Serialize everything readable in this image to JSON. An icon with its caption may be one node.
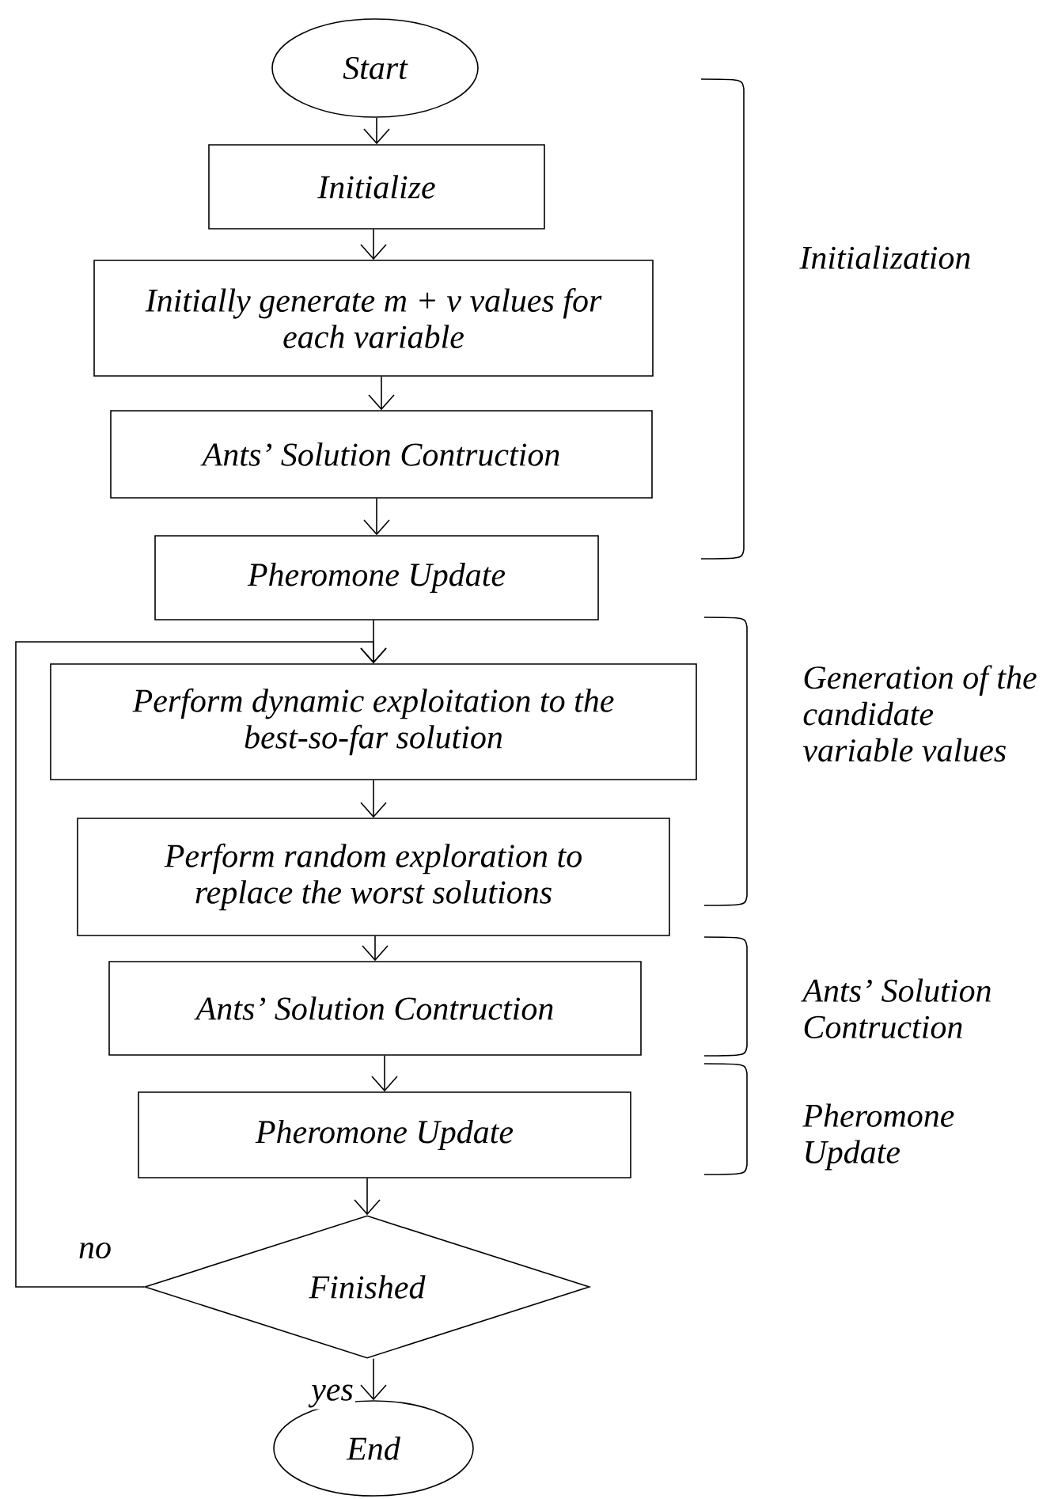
{
  "diagram": {
    "nodes": [
      {
        "text": [
          "Start"
        ]
      },
      {
        "text": [
          "Initialize"
        ]
      },
      {
        "text": [
          "Initially generate m + v values for each variable"
        ]
      },
      {
        "text": [
          "Ants’ Solution Contruction"
        ]
      },
      {
        "text": [
          "Pheromone Update"
        ]
      },
      {
        "text": [
          "Perform dynamic exploitation to the best-so-far solution"
        ]
      },
      {
        "text": [
          "Perform random exploration to replace the worst solutions"
        ]
      },
      {
        "text": [
          "Ants’ Solution Contruction"
        ]
      },
      {
        "text": [
          "Pheromone Update"
        ]
      },
      {
        "text": [
          "Finished"
        ]
      },
      {
        "text": [
          "End"
        ]
      }
    ],
    "edges": [
      {
        "from": 0,
        "to": 1,
        "arrow": "to"
      },
      {
        "from": 1,
        "to": 2,
        "arrow": "to"
      },
      {
        "from": 2,
        "to": 3,
        "arrow": "to"
      },
      {
        "from": 3,
        "to": 4,
        "arrow": "to"
      },
      {
        "from": 4,
        "to": 5,
        "arrow": "to"
      },
      {
        "from": 5,
        "to": 6,
        "arrow": "to"
      },
      {
        "from": 6,
        "to": 7,
        "arrow": "to"
      },
      {
        "from": 7,
        "to": 8,
        "arrow": "to"
      },
      {
        "from": 8,
        "to": 9,
        "arrow": "to"
      },
      {
        "from": 9,
        "to": 10,
        "arrow": "to",
        "label": "yes"
      },
      {
        "from": 9,
        "to": 5,
        "arrow": "to",
        "label": "no"
      }
    ],
    "labels": [
      "Initialization",
      "Generation of the candidate variable values",
      "Ants’ Solution Contruction",
      "Pheromone Update"
    ]
  }
}
